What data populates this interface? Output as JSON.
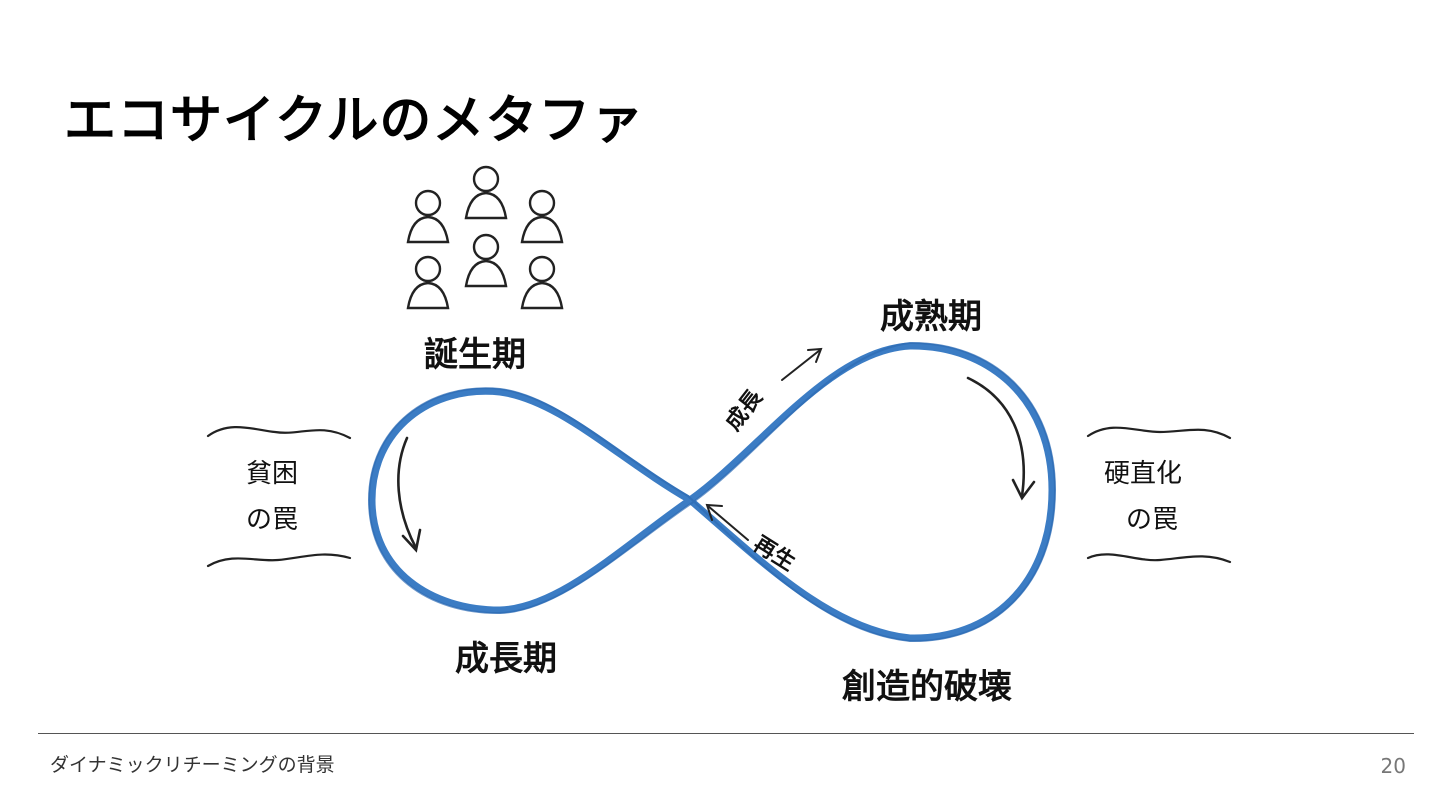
{
  "slide": {
    "title": "エコサイクルのメタファ",
    "footer": "ダイナミックリチーミングの背景",
    "page_number": "20"
  },
  "diagram": {
    "loop_color": "#3b7cc4",
    "phases": {
      "birth": "誕生期",
      "growth": "成長期",
      "maturity": "成熟期",
      "creative_destruction": "創造的破壊"
    },
    "traps": {
      "poverty": [
        "貧困",
        "の罠"
      ],
      "rigidity": [
        "硬直化",
        "の罠"
      ]
    },
    "flows": {
      "growth": "成長",
      "rebirth": "再生"
    },
    "icons": [
      "person-icon",
      "arrow-icon",
      "wavy-line-icon"
    ]
  }
}
